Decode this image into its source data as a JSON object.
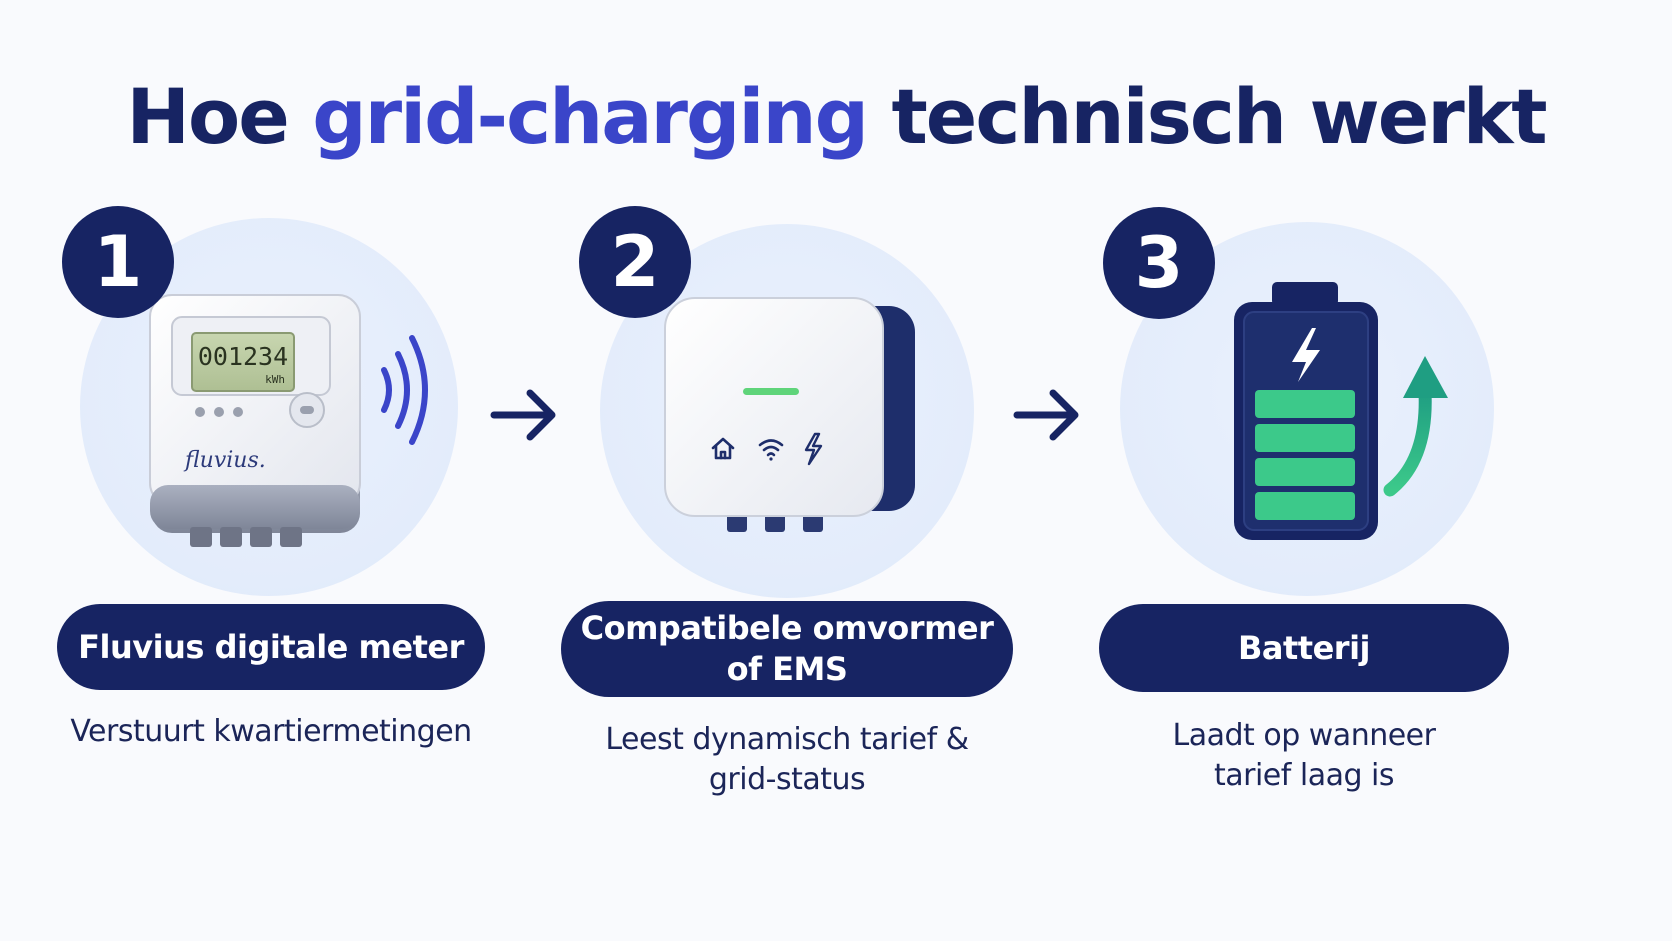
{
  "title": {
    "part1": "Hoe",
    "highlight": "grid-charging",
    "part2": "technisch werkt"
  },
  "steps": [
    {
      "number": "1",
      "label": "Fluvius digitale meter",
      "description": "Verstuurt kwartiermetingen",
      "device": {
        "display_value": "001234",
        "display_unit": "kWh",
        "brand": "fluvius."
      },
      "icons": [
        "digital-meter-icon",
        "wireless-signal-icon"
      ]
    },
    {
      "number": "2",
      "label_line1": "Compatibele omvormer",
      "label_line2": "of EMS",
      "description_line1": "Leest dynamisch tarief &",
      "description_line2": "grid-status",
      "icons": [
        "inverter-icon",
        "home-icon",
        "wifi-icon",
        "lightning-icon"
      ]
    },
    {
      "number": "3",
      "label": "Batterij",
      "description_line1": "Laadt op wanneer",
      "description_line2": "tarief laag is",
      "icons": [
        "battery-icon",
        "charging-arrow-icon"
      ]
    }
  ],
  "colors": {
    "navy": "#172463",
    "accent_blue": "#3a45c9",
    "circle_bg": "#e6eefb",
    "battery_green": "#3cc98a",
    "led_green": "#5fd47a"
  }
}
